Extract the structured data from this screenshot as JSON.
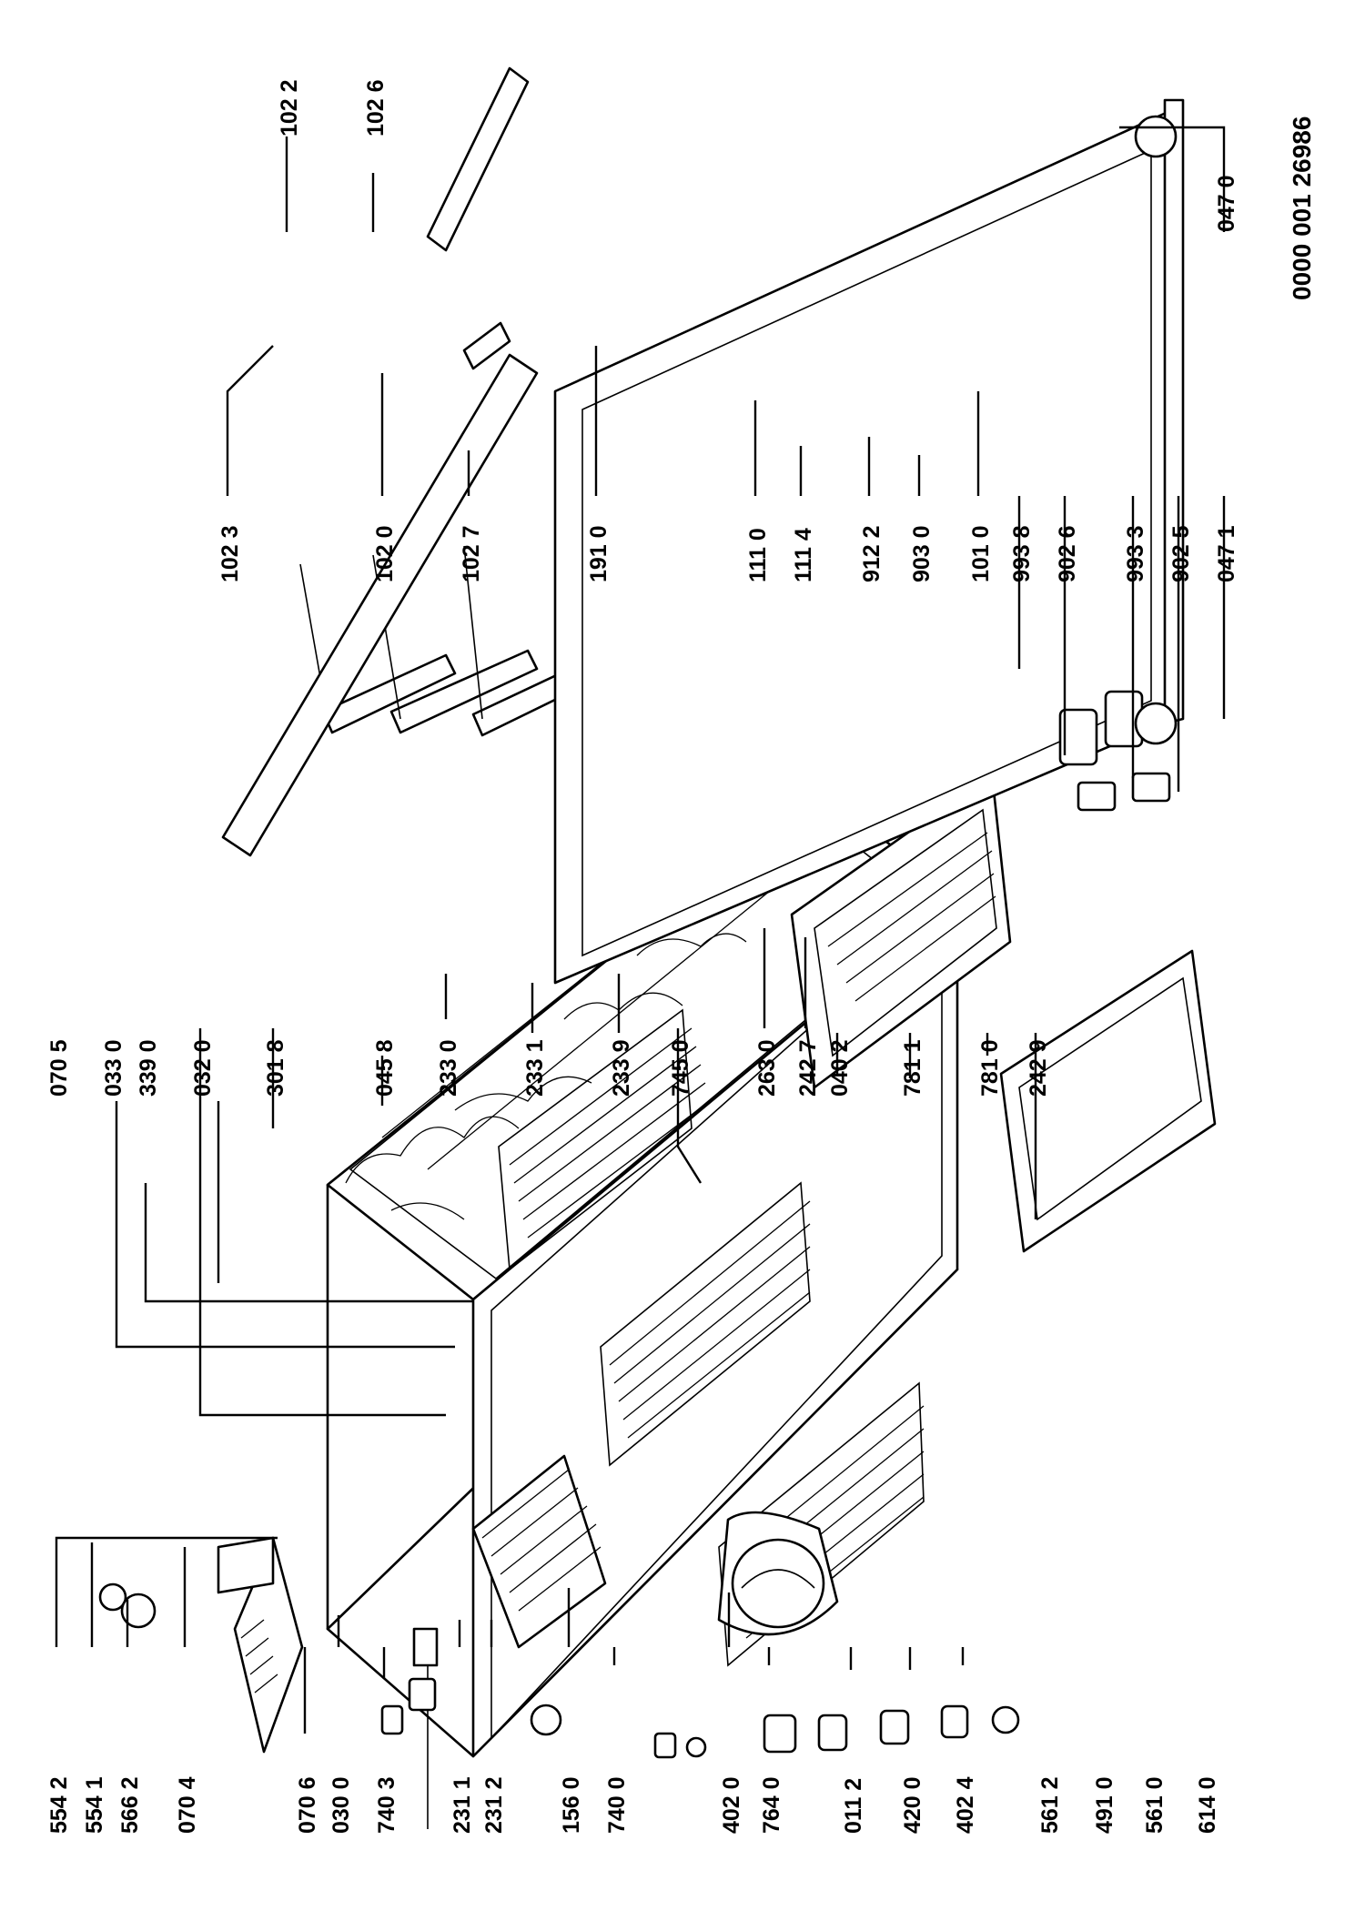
{
  "drawing_code": "0000 001 26986",
  "labels": {
    "l_5542": "554 2",
    "l_5541": "554 1",
    "l_5662": "566 2",
    "l_0704": "070 4",
    "l_0706": "070 6",
    "l_0300": "030 0",
    "l_7403": "740 3",
    "l_2311": "231 1",
    "l_2312": "231 2",
    "l_1560": "156 0",
    "l_7400": "740 0",
    "l_4020": "402 0",
    "l_7640": "764 0",
    "l_0112": "011 2",
    "l_4200": "420 0",
    "l_4024": "402 4",
    "l_5612": "561 2",
    "l_4910": "491 0",
    "l_5610": "561 0",
    "l_6140": "614 0",
    "l_0705": "070 5",
    "l_0330": "033 0",
    "l_3390": "339 0",
    "l_0320": "032 0",
    "l_3018": "301 8",
    "l_0458": "045 8",
    "l_2330": "233 0",
    "l_2331": "233 1",
    "l_2339": "233 9",
    "l_7450": "745 0",
    "l_2630": "263 0",
    "l_2427": "242 7",
    "l_0402": "040 2",
    "l_7811": "781 1",
    "l_7810": "781 0",
    "l_2429": "242 9",
    "l_1023": "102 3",
    "l_1020": "102 0",
    "l_1027": "102 7",
    "l_1910": "191 0",
    "l_1110": "111 0",
    "l_1114": "111 4",
    "l_9122": "912 2",
    "l_9030": "903 0",
    "l_1010": "101 0",
    "l_9938": "993 8",
    "l_9026": "902 6",
    "l_9933": "993 3",
    "l_9025": "902 5",
    "l_0471": "047 1",
    "l_1022": "102 2",
    "l_1026": "102 6",
    "l_0470": "047 0"
  }
}
